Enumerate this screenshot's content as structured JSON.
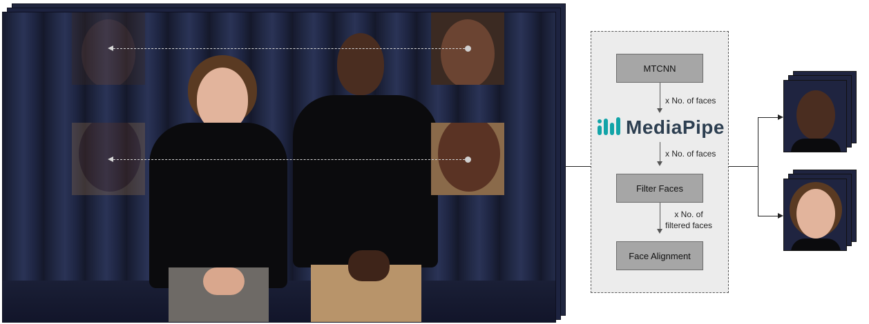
{
  "pipeline": {
    "steps": [
      "MTCNN",
      "Filter Faces",
      "Face Alignment"
    ],
    "mediapipe_label": "MediaPipe",
    "notes": {
      "after_mtcnn": "x No. of faces",
      "after_mediapipe": "x No. of faces",
      "after_filter_line1": "x No. of",
      "after_filter_line2": "filtered faces"
    }
  },
  "colors": {
    "panel_bg": "#ececec",
    "step_box": "#a6a6a6",
    "mediapipe_teal": "#12a4a8",
    "mediapipe_text": "#2c3e50",
    "curtain": "#1b2138"
  }
}
